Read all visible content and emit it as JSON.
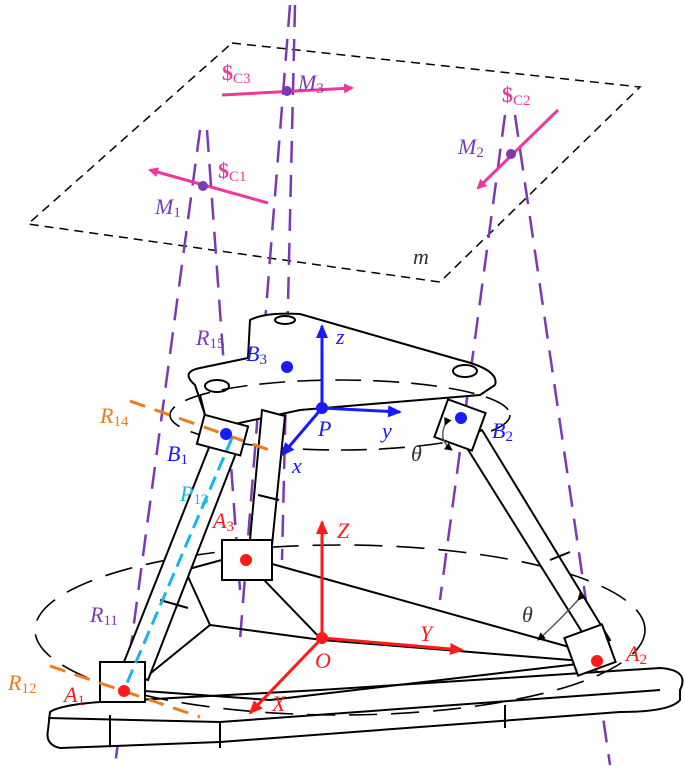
{
  "figure": {
    "description": "3-DOF parallel mechanism with constraint screws on plane m",
    "plane_label": "m",
    "colors": {
      "constraint_screw": "#f0389a",
      "axis_lines": "#7a3ab0",
      "moving_frame": "#1a1aff",
      "base_frame": "#ff1a1a",
      "revolute_axes": "#ee7a1c",
      "prismatic_axis": "#17b6e6",
      "mechanism": "#000000"
    },
    "constraint_screws": [
      {
        "label": "$",
        "sub": "C1",
        "point": "M",
        "point_sub": "1"
      },
      {
        "label": "$",
        "sub": "C2",
        "point": "M",
        "point_sub": "2"
      },
      {
        "label": "$",
        "sub": "C3",
        "point": "M",
        "point_sub": "3"
      }
    ],
    "moving_platform": {
      "origin": "P",
      "axes": [
        "x",
        "y",
        "z"
      ],
      "joints": [
        {
          "name": "B",
          "sub": "1"
        },
        {
          "name": "B",
          "sub": "2"
        },
        {
          "name": "B",
          "sub": "3"
        }
      ]
    },
    "base": {
      "origin": "O",
      "axes": [
        "X",
        "Y",
        "Z"
      ],
      "joints": [
        {
          "name": "A",
          "sub": "1"
        },
        {
          "name": "A",
          "sub": "2"
        },
        {
          "name": "A",
          "sub": "3"
        }
      ]
    },
    "joint_axes": [
      {
        "name": "R",
        "sub": "11"
      },
      {
        "name": "R",
        "sub": "12"
      },
      {
        "name": "P",
        "sub": "13"
      },
      {
        "name": "R",
        "sub": "14"
      },
      {
        "name": "R",
        "sub": "15"
      }
    ],
    "angle_label": "θ"
  }
}
